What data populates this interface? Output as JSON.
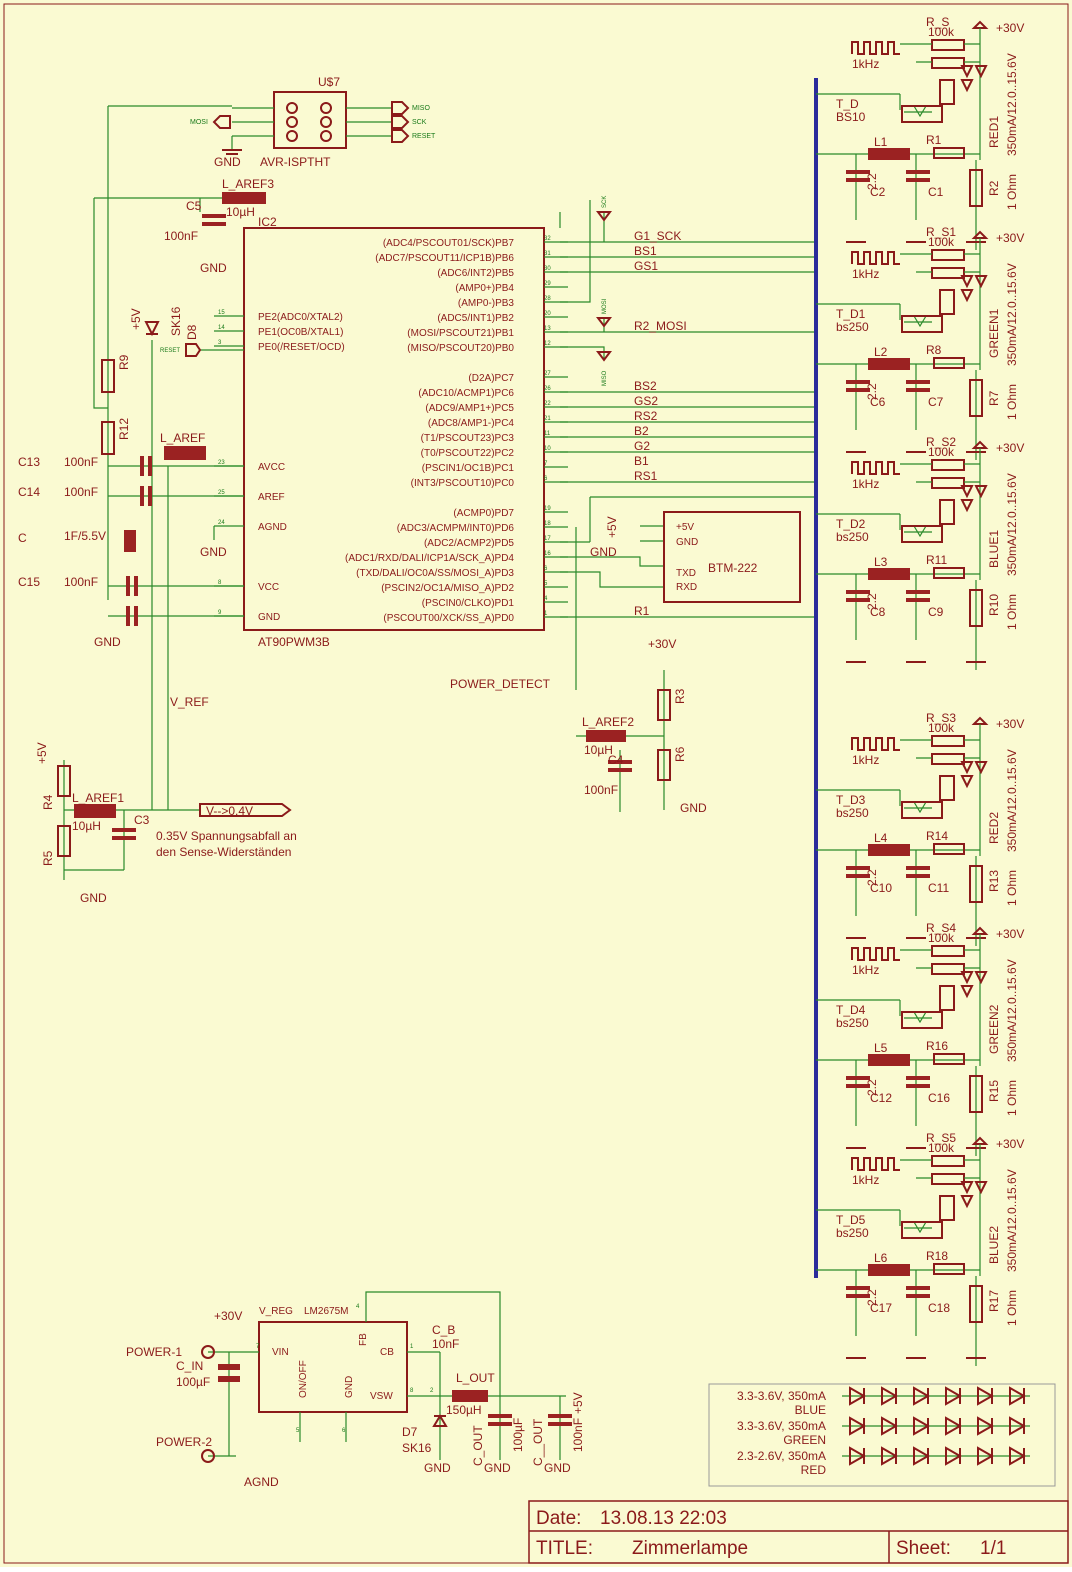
{
  "title_block": {
    "date_label": "Date:",
    "date_value": "13.08.13  22:03",
    "title_label": "TITLE:",
    "title_value": "Zimmerlampe",
    "sheet_label": "Sheet:",
    "sheet_value": "1/1"
  },
  "mcu": {
    "name": "IC2",
    "part": "AT90PWM3B",
    "left_pins": [
      {
        "num": "15",
        "label": "PE2(ADC0/XTAL2)"
      },
      {
        "num": "14",
        "label": "PE1(OC0B/XTAL1)"
      },
      {
        "num": "3",
        "label": "PE0(/RESET/OCD)"
      },
      {
        "num": "23",
        "label": "AVCC"
      },
      {
        "num": "25",
        "label": "AREF"
      },
      {
        "num": "24",
        "label": "AGND"
      },
      {
        "num": "8",
        "label": "VCC"
      },
      {
        "num": "9",
        "label": "GND"
      }
    ],
    "right_pins": [
      {
        "num": "32",
        "label": "(ADC4/PSCOUT01/SCK)PB7",
        "net": "G1_SCK"
      },
      {
        "num": "31",
        "label": "(ADC7/PSCOUT11/ICP1B)PB6",
        "net": "BS1"
      },
      {
        "num": "30",
        "label": "(ADC6/INT2)PB5",
        "net": "GS1"
      },
      {
        "num": "29",
        "label": "(AMP0+)PB4",
        "net": ""
      },
      {
        "num": "28",
        "label": "(AMP0-)PB3",
        "net": ""
      },
      {
        "num": "20",
        "label": "(ADC5/INT1)PB2",
        "net": ""
      },
      {
        "num": "13",
        "label": "(MOSI/PSCOUT21)PB1",
        "net": "R2_MOSI"
      },
      {
        "num": "12",
        "label": "(MISO/PSCOUT20)PB0",
        "net": ""
      },
      {
        "num": "27",
        "label": "(D2A)PC7",
        "net": ""
      },
      {
        "num": "26",
        "label": "(ADC10/ACMP1)PC6",
        "net": "BS2"
      },
      {
        "num": "22",
        "label": "(ADC9/AMP1+)PC5",
        "net": "GS2"
      },
      {
        "num": "21",
        "label": "(ADC8/AMP1-)PC4",
        "net": "RS2"
      },
      {
        "num": "11",
        "label": "(T1/PSCOUT23)PC3",
        "net": "B2"
      },
      {
        "num": "10",
        "label": "(T0/PSCOUT22)PC2",
        "net": "G2"
      },
      {
        "num": "7",
        "label": "(PSCIN1/OC1B)PC1",
        "net": "B1"
      },
      {
        "num": "6",
        "label": "(INT3/PSCOUT10)PC0",
        "net": "RS1"
      },
      {
        "num": "19",
        "label": "(ACMP0)PD7",
        "net": ""
      },
      {
        "num": "18",
        "label": "(ADC3/ACMPM/INT0)PD6",
        "net": ""
      },
      {
        "num": "17",
        "label": "(ADC2/ACMP2)PD5",
        "net": ""
      },
      {
        "num": "16",
        "label": "(ADC1/RXD/DALI/ICP1A/SCK_A)PD4",
        "net": ""
      },
      {
        "num": "6",
        "label": "(TXD/DALI/OC0A/SS/MOSI_A)PD3",
        "net": ""
      },
      {
        "num": "5",
        "label": "(PSCIN2/OC1A/MISO_A)PD2",
        "net": ""
      },
      {
        "num": "4",
        "label": "(PSCIN0/CLKO)PD1",
        "net": ""
      },
      {
        "num": "1",
        "label": "(PSCOUT00/XCK/SS_A)PD0",
        "net": "R1"
      }
    ]
  },
  "isp": {
    "name": "U$7",
    "part": "AVR-ISPTHT",
    "ports": [
      "MISO",
      "SCK",
      "RESET"
    ],
    "mosi": "MOSI",
    "gnd": "GND"
  },
  "btm": {
    "name": "BTM-222",
    "pins": [
      "+5V",
      "GND",
      "TXD",
      "RXD"
    ]
  },
  "labels": {
    "gnd": "GND",
    "agnd": "AGND",
    "p5v": "+5V",
    "p30v": "+30V",
    "l_aref3": "L_AREF3",
    "l_aref": "L_AREF",
    "l_aref1": "L_AREF1",
    "l_aref2": "L_AREF2",
    "ten_uh": "10µH",
    "c5": "C5",
    "c5_val": "100nF",
    "c13": "C13",
    "c14": "C14",
    "c": "C",
    "c15": "C15",
    "c13_val": "100nF",
    "c14_val": "100nF",
    "c_val": "1F/5.5V",
    "c15_val": "100nF",
    "r9": "R9",
    "r12": "R12",
    "sk16": "SK16",
    "d8": "D8",
    "reset": "RESET",
    "v_ref": "V_REF",
    "vref_arrow": "V-->0.4V",
    "note1": "0.35V Spannungsabfall an",
    "note2": "den Sense-Widerständen",
    "r4": "R4",
    "r5": "R5",
    "c3": "C3",
    "power_detect": "POWER_DETECT",
    "r3": "R3",
    "r6": "R6",
    "c4": "C4",
    "c4_val": "100nF",
    "sck": "SCK",
    "mosi": "MOSI",
    "miso": "MISO"
  },
  "led_channels": [
    {
      "rs": "R_S",
      "rs_val": "100k",
      "td": "T_D",
      "td_val": "BS10",
      "l": "L1",
      "r": "R1",
      "c2": "C2",
      "c1": "C1",
      "led": "RED1",
      "rser": "R2",
      "spec": "350mA/12.0..15.6V"
    },
    {
      "rs": "R_S1",
      "rs_val": "100k",
      "td": "T_D1",
      "td_val": "bs250",
      "l": "L2",
      "r": "R8",
      "c2": "C6",
      "c1": "C7",
      "led": "GREEN1",
      "rser": "R7",
      "spec": "350mA/12.0..15.6V"
    },
    {
      "rs": "R_S2",
      "rs_val": "100k",
      "td": "T_D2",
      "td_val": "bs250",
      "l": "L3",
      "r": "R11",
      "c2": "C8",
      "c1": "C9",
      "led": "BLUE1",
      "rser": "R10",
      "spec": "350mA/12.0..15.6V"
    },
    {
      "rs": "R_S3",
      "rs_val": "100k",
      "td": "T_D3",
      "td_val": "bs250",
      "l": "L4",
      "r": "R14",
      "c2": "C10",
      "c1": "C11",
      "led": "RED2",
      "rser": "R13",
      "spec": "350mA/12.0..15.6V"
    },
    {
      "rs": "R_S4",
      "rs_val": "100k",
      "td": "T_D4",
      "td_val": "bs250",
      "l": "L5",
      "r": "R16",
      "c2": "C12",
      "c1": "C16",
      "led": "GREEN2",
      "rser": "R15",
      "spec": "350mA/12.0..15.6V"
    },
    {
      "rs": "R_S5",
      "rs_val": "100k",
      "td": "T_D5",
      "td_val": "bs250",
      "l": "L6",
      "r": "R18",
      "c2": "C17",
      "c1": "C18",
      "led": "BLUE2",
      "rser": "R17",
      "spec": "350mA/12.0..15.6V"
    }
  ],
  "channel_common": {
    "freq": "1kHz",
    "ohm": "1 Ohm",
    "p30v": "+30V",
    "ind": "2.2"
  },
  "power": {
    "v_reg": "V_REG",
    "part": "LM2675M",
    "vin": "VIN",
    "onoff": "ON/OFF",
    "gnd": "GND",
    "fb": "FB",
    "cb": "CB",
    "vsw": "VSW",
    "p30v": "+30V",
    "power1": "POWER-1",
    "power2": "POWER-2",
    "c_in": "C_IN",
    "c_in_val": "100µF",
    "c_b": "C_B",
    "c_b_val": "10nF",
    "l_out": "L_OUT",
    "l_out_val": "150µH",
    "d7": "D7",
    "d7_val": "SK16",
    "c_out": "C_OUT",
    "c_out_val": "100µF",
    "c__out": "C__OUT",
    "c__out_val": "100nF",
    "p5v": "+5V",
    "gnd_lbl": "GND",
    "agnd": "AGND",
    "pin7": "7",
    "pin5": "5",
    "pin6": "6",
    "pin4": "4",
    "pin1": "1",
    "pin8": "8",
    "pin2": "2"
  },
  "legend": [
    {
      "line1": "3.3-3.6V, 350mA",
      "line2": "BLUE"
    },
    {
      "line1": "3.3-3.6V, 350mA",
      "line2": "GREEN"
    },
    {
      "line1": "2.3-2.6V, 350mA",
      "line2": "RED"
    }
  ]
}
